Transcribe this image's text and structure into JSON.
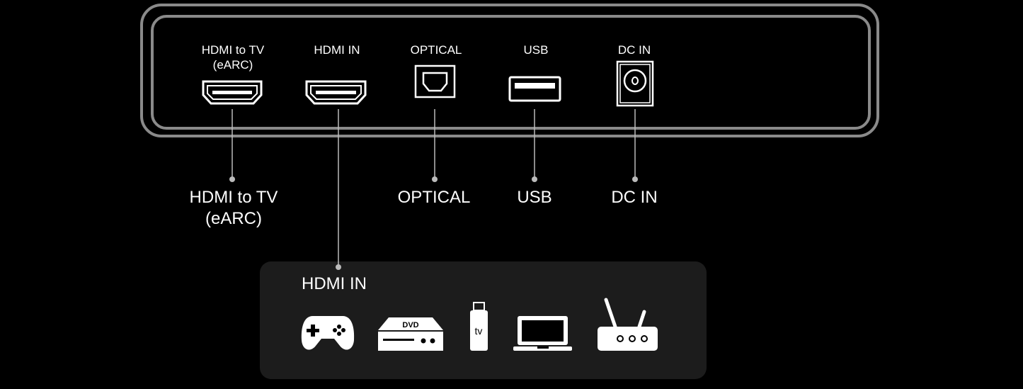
{
  "ports": [
    {
      "id": "hdmi-earc",
      "top_label": [
        "HDMI to TV",
        "(eARC)"
      ],
      "callout": [
        "HDMI to TV",
        "(eARC)"
      ],
      "icon": "hdmi-port-icon"
    },
    {
      "id": "hdmi-in",
      "top_label": [
        "HDMI IN"
      ],
      "callout": [],
      "icon": "hdmi-port-icon"
    },
    {
      "id": "optical",
      "top_label": [
        "OPTICAL"
      ],
      "callout": [
        "OPTICAL"
      ],
      "icon": "optical-port-icon"
    },
    {
      "id": "usb",
      "top_label": [
        "USB"
      ],
      "callout": [
        "USB"
      ],
      "icon": "usb-port-icon"
    },
    {
      "id": "dc-in",
      "top_label": [
        "DC IN"
      ],
      "callout": [
        "DC IN"
      ],
      "icon": "dc-in-port-icon"
    }
  ],
  "hdmi_in_panel": {
    "title": "HDMI IN",
    "devices": [
      {
        "icon": "gamepad-icon"
      },
      {
        "icon": "dvd-player-icon",
        "text": "DVD"
      },
      {
        "icon": "tv-stick-icon",
        "text": "tv"
      },
      {
        "icon": "laptop-icon"
      },
      {
        "icon": "router-icon"
      }
    ]
  },
  "colors": {
    "background": "#000000",
    "frame": "#8a8a8a",
    "panel": "#1c1c1c",
    "foreground": "#ffffff"
  }
}
